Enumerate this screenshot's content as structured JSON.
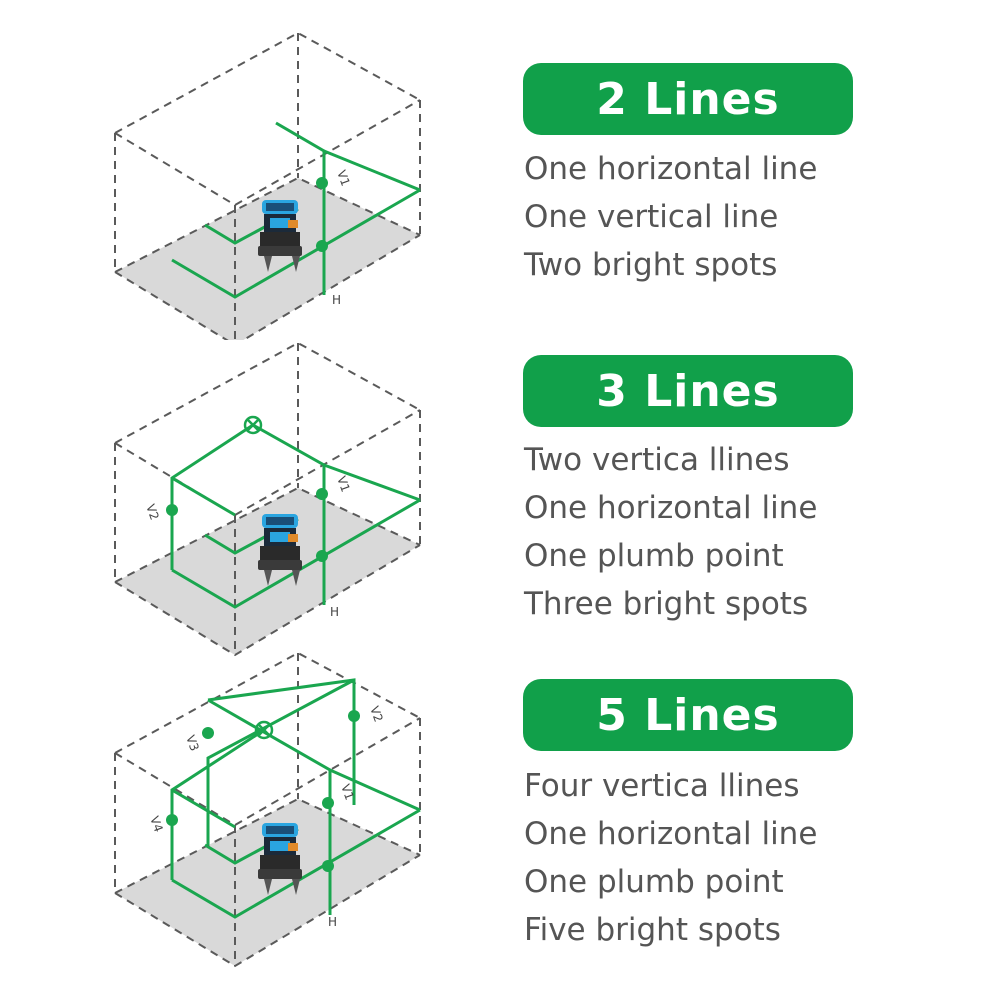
{
  "colors": {
    "accent": "#11a04a",
    "laser": "#1aa64f",
    "floor": "#d9d9d9",
    "frame": "#5a5a5a",
    "text": "#555555",
    "device_body": "#2aa5e0"
  },
  "panels": [
    {
      "title": "2 Lines",
      "features": [
        "One horizontal line",
        "One vertical line",
        "Two bright spots"
      ],
      "labels": [
        "V1",
        "H"
      ]
    },
    {
      "title": "3 Lines",
      "features": [
        "Two vertica llines",
        "One horizontal line",
        "One plumb point",
        "Three bright spots"
      ],
      "labels": [
        "V1",
        "V2",
        "H"
      ]
    },
    {
      "title": "5 Lines",
      "features": [
        "Four vertica llines",
        "One horizontal line",
        "One plumb point",
        "Five bright spots"
      ],
      "labels": [
        "V1",
        "V2",
        "V3",
        "V4",
        "H"
      ]
    }
  ],
  "icons": {
    "device": "laser-level-icon",
    "plumb": "crosshair-circle-icon",
    "spot": "bright-spot-icon"
  }
}
